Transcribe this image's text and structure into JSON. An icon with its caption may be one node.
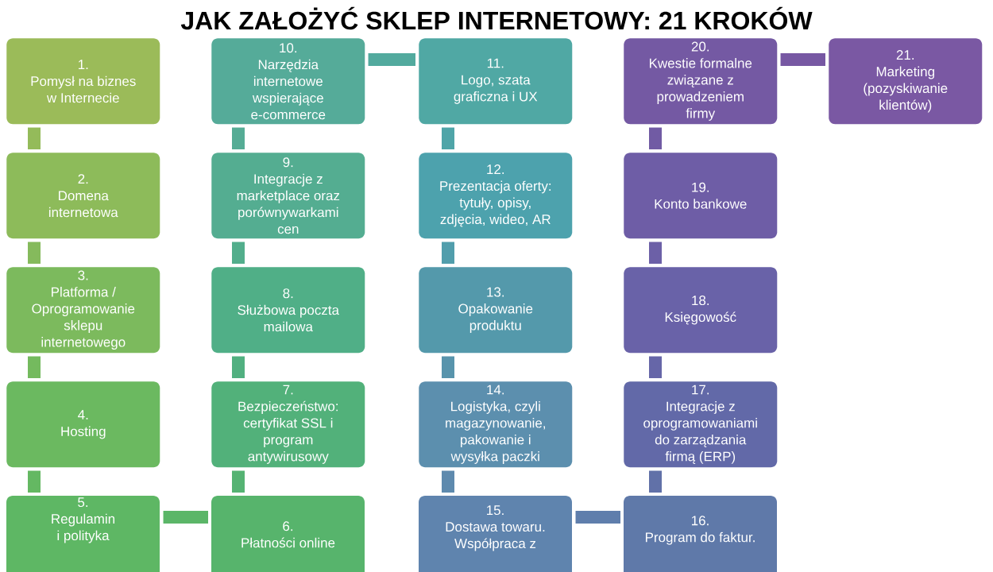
{
  "diagram": {
    "title": "JAK ZAŁOŻYĆ SKLEP INTERNETOWY: 21 KROKÓW",
    "nodes": [
      {
        "text": [
          "1.",
          "Pomysł na biznes w Internecie"
        ]
      },
      {
        "text": [
          "2.",
          "Domena internetowa"
        ]
      },
      {
        "text": [
          "3.",
          "Platforma / Oprogramowanie sklepu internetowego"
        ]
      },
      {
        "text": [
          "4.",
          "Hosting"
        ]
      },
      {
        "text": [
          "5.",
          "Regulamin i polityka"
        ]
      },
      {
        "text": [
          "6.",
          "Płatności online"
        ]
      },
      {
        "text": [
          "7.",
          "Bezpieczeństwo: certyfikat SSL i program antywirusowy"
        ]
      },
      {
        "text": [
          "8.",
          "Służbowa poczta mailowa"
        ]
      },
      {
        "text": [
          "9.",
          "Integracje z marketplace oraz porównywarkami cen"
        ]
      },
      {
        "text": [
          "10.",
          "Narzędzia internetowe wspierające e-commerce"
        ]
      },
      {
        "text": [
          "11.",
          "Logo, szata graficzna i UX"
        ]
      },
      {
        "text": [
          "12.",
          "Prezentacja oferty: tytuły, opisy, zdjęcia, wideo, AR"
        ]
      },
      {
        "text": [
          "13.",
          "Opakowanie produktu"
        ]
      },
      {
        "text": [
          "14.",
          "Logistyka, czyli magazynowanie, pakowanie i wysyłka paczki"
        ]
      },
      {
        "text": [
          "15.",
          "Dostawa towaru. Współpraca z"
        ]
      },
      {
        "text": [
          "16.",
          "Program do faktur."
        ]
      },
      {
        "text": [
          "17.",
          "Integracje z oprogramowaniami do zarządzania firmą (ERP)"
        ]
      },
      {
        "text": [
          "18.",
          "Księgowość"
        ]
      },
      {
        "text": [
          "19.",
          "Konto bankowe"
        ]
      },
      {
        "text": [
          "20.",
          "Kwestie formalne związane z prowadzeniem firmy"
        ]
      },
      {
        "text": [
          "21.",
          "Marketing (pozyskiwanie klientów)"
        ]
      }
    ],
    "edges": [
      {
        "from": 0,
        "to": 1,
        "arrow": "none",
        "color": "#94bb5a"
      },
      {
        "from": 1,
        "to": 2,
        "arrow": "none",
        "color": "#85ba5c"
      },
      {
        "from": 2,
        "to": 3,
        "arrow": "none",
        "color": "#74ba5e"
      },
      {
        "from": 3,
        "to": 4,
        "arrow": "none",
        "color": "#64b862"
      },
      {
        "from": 4,
        "to": 5,
        "arrow": "none",
        "color": "#5bb668"
      },
      {
        "from": 5,
        "to": 6,
        "arrow": "none",
        "color": "#55b373"
      },
      {
        "from": 6,
        "to": 7,
        "arrow": "none",
        "color": "#51b080"
      },
      {
        "from": 7,
        "to": 8,
        "arrow": "none",
        "color": "#52ae8c"
      },
      {
        "from": 8,
        "to": 9,
        "arrow": "none",
        "color": "#55ac95"
      },
      {
        "from": 9,
        "to": 10,
        "arrow": "none",
        "color": "#52aa9e"
      },
      {
        "from": 10,
        "to": 11,
        "arrow": "none",
        "color": "#4fa5a8"
      },
      {
        "from": 11,
        "to": 12,
        "arrow": "none",
        "color": "#519eac"
      },
      {
        "from": 12,
        "to": 13,
        "arrow": "none",
        "color": "#5894ac"
      },
      {
        "from": 13,
        "to": 14,
        "arrow": "none",
        "color": "#5e8aae"
      },
      {
        "from": 14,
        "to": 15,
        "arrow": "none",
        "color": "#5f7eac"
      },
      {
        "from": 15,
        "to": 16,
        "arrow": "none",
        "color": "#6171a8"
      },
      {
        "from": 16,
        "to": 17,
        "arrow": "none",
        "color": "#6666a8"
      },
      {
        "from": 17,
        "to": 18,
        "arrow": "none",
        "color": "#6c60a7"
      },
      {
        "from": 18,
        "to": 19,
        "arrow": "none",
        "color": "#715ba4"
      },
      {
        "from": 19,
        "to": 20,
        "arrow": "none",
        "color": "#7758a3"
      }
    ]
  }
}
